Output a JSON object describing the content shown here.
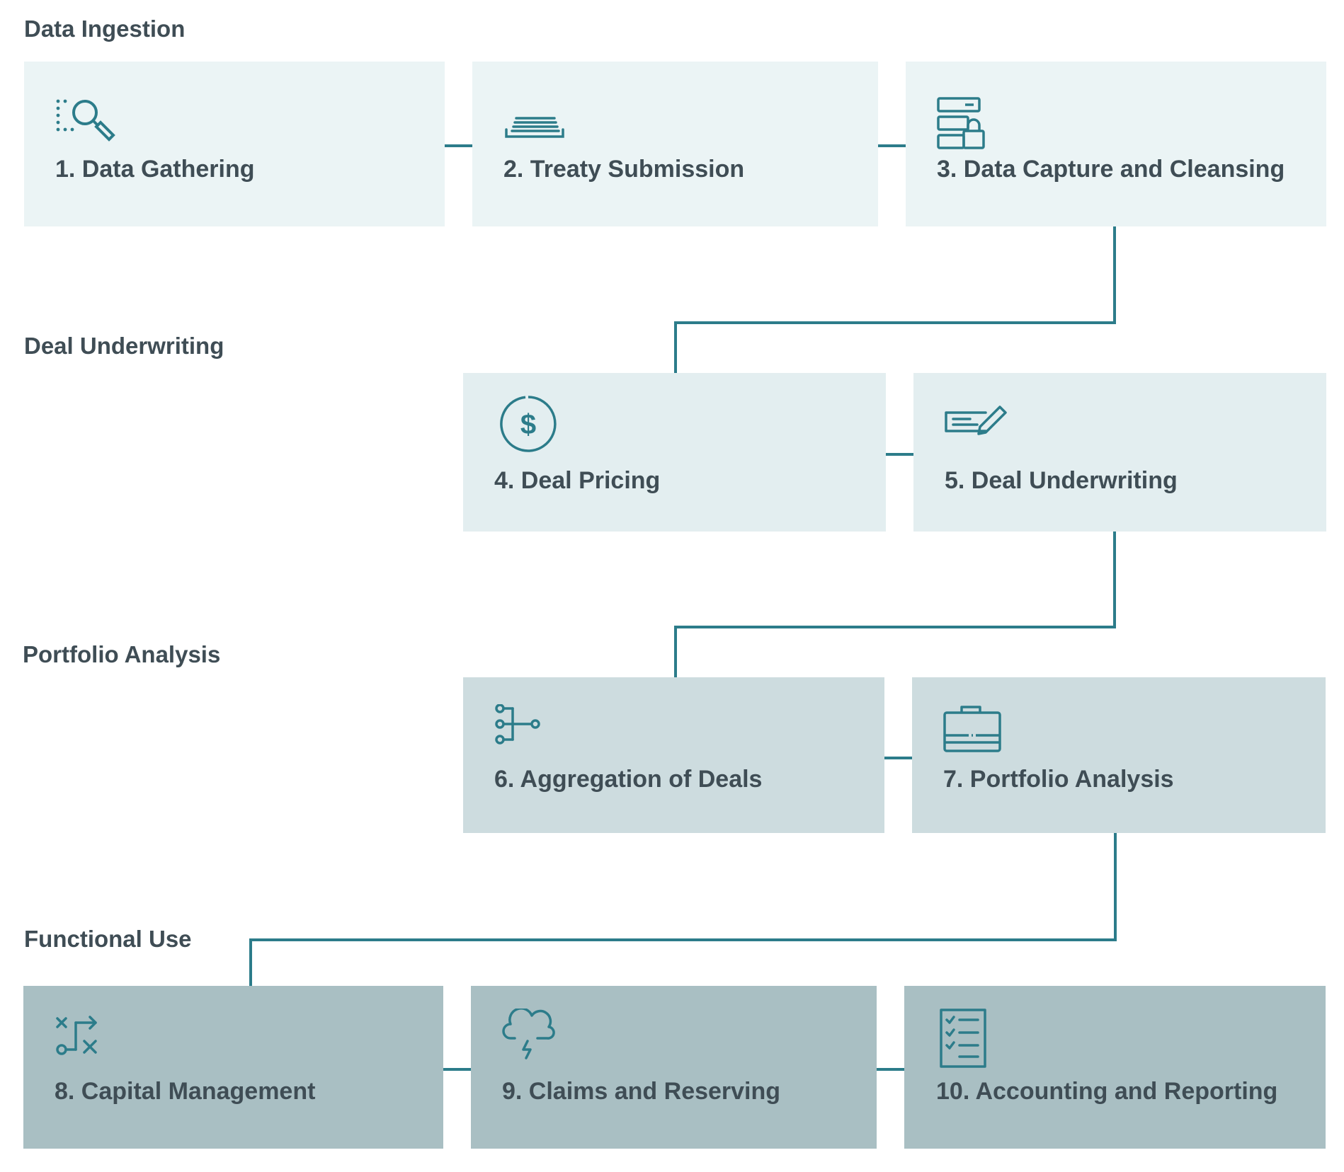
{
  "sections": {
    "data_ingestion": "Data Ingestion",
    "deal_underwriting": "Deal Underwriting",
    "portfolio_analysis": "Portfolio Analysis",
    "functional_use": "Functional Use"
  },
  "steps": [
    {
      "label": "1. Data Gathering",
      "icon": "magnifier-data-icon"
    },
    {
      "label": "2. Treaty Submission",
      "icon": "stacked-documents-icon"
    },
    {
      "label": "3. Data Capture and Cleansing",
      "icon": "secure-database-icon"
    },
    {
      "label": "4. Deal Pricing",
      "icon": "dollar-circle-icon"
    },
    {
      "label": "5. Deal Underwriting",
      "icon": "sign-contract-icon"
    },
    {
      "label": "6. Aggregation of Deals",
      "icon": "aggregation-icon"
    },
    {
      "label": "7. Portfolio Analysis",
      "icon": "briefcase-icon"
    },
    {
      "label": "8. Capital Management",
      "icon": "strategy-icon"
    },
    {
      "label": "9. Claims and Reserving",
      "icon": "storm-cloud-icon"
    },
    {
      "label": "10. Accounting and Reporting",
      "icon": "checklist-icon"
    }
  ],
  "colors": {
    "accent": "#2c7c8a",
    "text": "#3f4d55",
    "tier1_fill": "#ebf4f5",
    "tier2_fill": "#e3eef0",
    "tier3_fill": "#cddcdf",
    "tier4_fill": "#a9bfc3"
  }
}
